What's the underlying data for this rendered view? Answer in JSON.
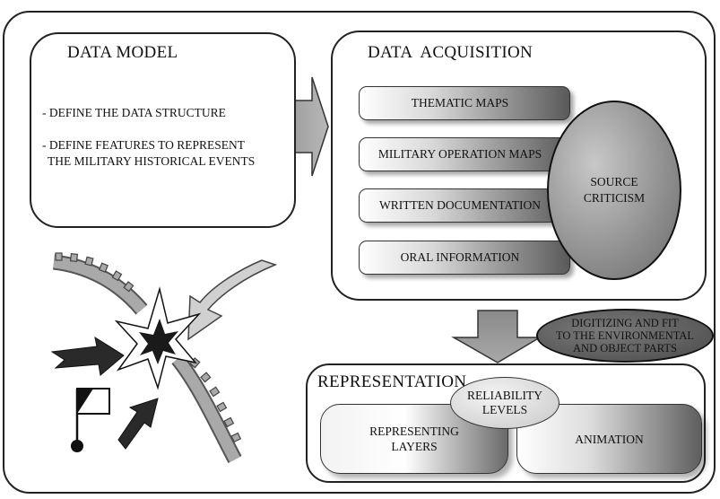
{
  "data_model": {
    "title": "DATA MODEL",
    "bullets": [
      "- DEFINE THE DATA STRUCTURE",
      "- DEFINE FEATURES TO REPRESENT",
      "THE MILITARY HISTORICAL EVENTS"
    ]
  },
  "data_acquisition": {
    "title": "DATA  ACQUISITION",
    "sources": [
      "THEMATIC MAPS",
      "MILITARY OPERATION MAPS",
      "WRITTEN DOCUMENTATION",
      "ORAL INFORMATION"
    ],
    "criticism": [
      "SOURCE",
      "CRITICISM"
    ]
  },
  "digitizing": [
    "DIGITIZING AND FIT",
    "TO THE ENVIRONMENTAL",
    "AND OBJECT PARTS"
  ],
  "representation": {
    "title": "REPRESENTATION",
    "reliability": [
      "RELIABILITY",
      "LEVELS"
    ],
    "layers": [
      "REPRESENTING",
      "LAYERS"
    ],
    "animation": "ANIMATION"
  },
  "icons": [
    "arrow-right-icon",
    "arrow-down-icon",
    "battle-map-icon",
    "explosion-icon",
    "flag-icon"
  ]
}
